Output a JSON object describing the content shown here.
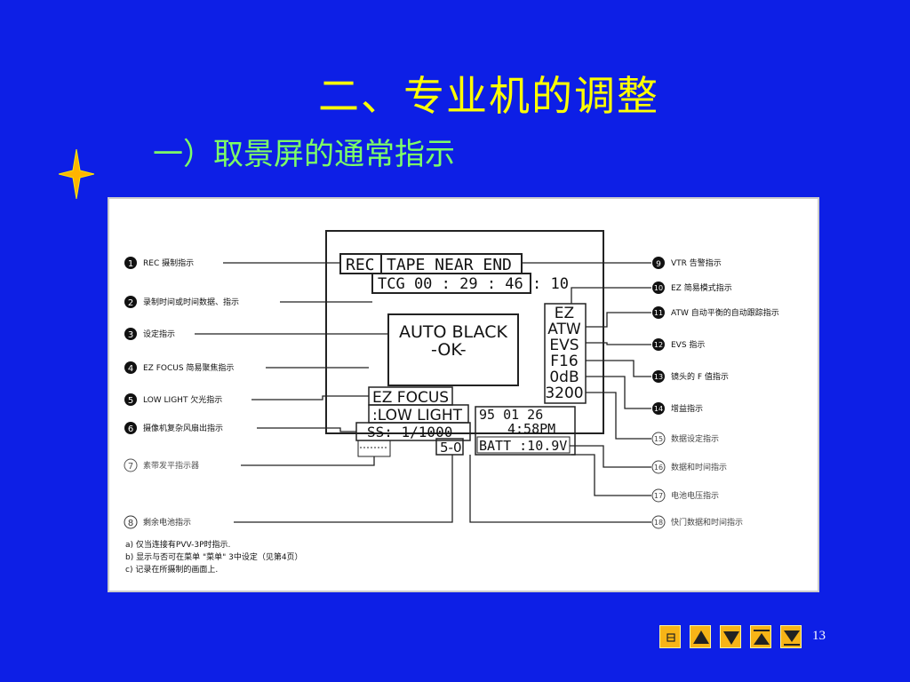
{
  "slide": {
    "title": "二、专业机的调整",
    "subtitle": "一）取景屏的通常指示",
    "page_number": "13",
    "colors": {
      "background": "#0d1fe6",
      "title": "#ffff00",
      "subtitle": "#7dff66",
      "nav": "#f7b417"
    }
  },
  "diagram": {
    "screen": {
      "rec": "REC",
      "tape": "TAPE  NEAR  END",
      "tcg": "TCG  00 : 29 : 46 : 10",
      "auto_black_1": "AUTO  BLACK",
      "auto_black_2": "-OK-",
      "ez_focus": "EZ FOCUS",
      "low_light": ":LOW  LIGHT",
      "ss": "SS:  1/1000",
      "ss_sub": "5-0",
      "date": "95   01  26",
      "time": "4:58PM",
      "batt": "BATT :10.9V",
      "stack": [
        "EZ",
        "ATW",
        "EVS",
        "F16",
        "0dB",
        "3200"
      ]
    },
    "left_labels": [
      {
        "num": "1",
        "text": "REC 摄制指示"
      },
      {
        "num": "2",
        "text": "录制时间或时间数据、指示"
      },
      {
        "num": "3",
        "text": "设定指示"
      },
      {
        "num": "4",
        "text": "EZ FOCUS 简易聚焦指示"
      },
      {
        "num": "5",
        "text": "LOW LIGHT 欠光指示"
      },
      {
        "num": "6",
        "text": "摄像机复杂风扇出指示"
      },
      {
        "num": "7",
        "text": "素带发平指示器"
      },
      {
        "num": "8",
        "text": "剩余电池指示"
      }
    ],
    "right_labels": [
      {
        "num": "9",
        "text": "VTR 告警指示"
      },
      {
        "num": "10",
        "text": "EZ 简易模式指示"
      },
      {
        "num": "11",
        "text": "ATW 自动平衡的自动跟踪指示"
      },
      {
        "num": "12",
        "text": "EVS 指示"
      },
      {
        "num": "13",
        "text": "镜头的 F 值指示"
      },
      {
        "num": "14",
        "text": "增益指示"
      },
      {
        "num": "15",
        "text": "数据设定指示"
      },
      {
        "num": "16",
        "text": "数据和时间指示"
      },
      {
        "num": "17",
        "text": "电池电压指示"
      },
      {
        "num": "18",
        "text": "快门数据和时间指示"
      }
    ],
    "notes": [
      "a) 仅当连接有PVV-3P时指示.",
      "b) 显示与否可在菜单 \"菜单\" 3中设定（见第4页）",
      "c) 记录在所摄制的画面上."
    ]
  },
  "nav": {
    "buttons": [
      {
        "name": "home",
        "icon": "home-icon"
      },
      {
        "name": "prev",
        "icon": "triangle-up-icon"
      },
      {
        "name": "next",
        "icon": "triangle-down-icon"
      },
      {
        "name": "first",
        "icon": "first-icon"
      },
      {
        "name": "last",
        "icon": "last-icon"
      }
    ]
  }
}
